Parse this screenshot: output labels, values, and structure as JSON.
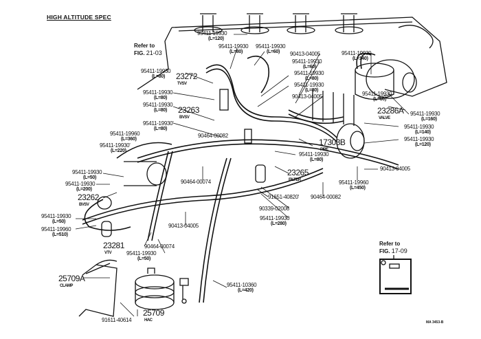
{
  "title": "HIGH ALTITUDE SPEC",
  "refs": [
    {
      "line1": "Refer to",
      "fig": "FIG.",
      "num": "21-03"
    },
    {
      "line1": "Refer to",
      "fig": "FIG.",
      "num": "17-09"
    }
  ],
  "drawing_code": "MA 3453-B",
  "labels": [
    {
      "part": "95411-19930",
      "note": "(L=120)"
    },
    {
      "part": "95411-19930",
      "note": "(L=80)"
    },
    {
      "part": "95411-19930",
      "note": "(L=60)"
    },
    {
      "part": "90413-04005",
      "note": ""
    },
    {
      "part": "95411-19930",
      "note": "(L=60)"
    },
    {
      "part": "95411-19930",
      "note": "(L=140)"
    },
    {
      "part": "95411-19930",
      "note": "(L=80)"
    },
    {
      "part": "23272",
      "note": "TVSV"
    },
    {
      "part": "95411-19930",
      "note": "(L=80)"
    },
    {
      "part": "95411-19930",
      "note": "(L=80)"
    },
    {
      "part": "95411-19930",
      "note": "(L=80)"
    },
    {
      "part": "90413-04005",
      "note": ""
    },
    {
      "part": "95411-19930",
      "note": "(L=80)"
    },
    {
      "part": "23263",
      "note": "BVSV"
    },
    {
      "part": "95411-19930",
      "note": "(L=50)"
    },
    {
      "part": "23286A",
      "note": "VALVE"
    },
    {
      "part": "95411-19930",
      "note": "(L=160)"
    },
    {
      "part": "95411-19930'",
      "note": "(L=80)"
    },
    {
      "part": "90464-00082",
      "note": ""
    },
    {
      "part": "95411-19930",
      "note": "(L=140)"
    },
    {
      "part": "95411-19930",
      "note": "(L=120)"
    },
    {
      "part": "17303B",
      "note": "PIPE"
    },
    {
      "part": "95411-19960",
      "note": "(L=360)"
    },
    {
      "part": "95411-19930'",
      "note": "(L=220)"
    },
    {
      "part": "95411-19930",
      "note": "(L=80)"
    },
    {
      "part": "23265",
      "note": "FILTER"
    },
    {
      "part": "90413-04005",
      "note": ""
    },
    {
      "part": "95411-19930",
      "note": "(L=50)"
    },
    {
      "part": "90464-00074",
      "note": ""
    },
    {
      "part": "95411-19930",
      "note": "(L=200)"
    },
    {
      "part": "23262",
      "note": "BVSV"
    },
    {
      "part": "91651-40820'",
      "note": ""
    },
    {
      "part": "90464-00082",
      "note": ""
    },
    {
      "part": "95411-19960",
      "note": "(L=450)"
    },
    {
      "part": "90339-02008",
      "note": ""
    },
    {
      "part": "95411-19930",
      "note": "(L=280)"
    },
    {
      "part": "95411-19930",
      "note": "(L=50)"
    },
    {
      "part": "90413-04005",
      "note": ""
    },
    {
      "part": "95411-19960",
      "note": "(L=510)"
    },
    {
      "part": "23281",
      "note": "VTV"
    },
    {
      "part": "90464-00074",
      "note": ""
    },
    {
      "part": "95411-19930",
      "note": "(L=50)"
    },
    {
      "part": "25709A",
      "note": "CLAMP"
    },
    {
      "part": "95411-10360",
      "note": "(L=420)"
    },
    {
      "part": "25709",
      "note": "HAC"
    },
    {
      "part": "91611-40614",
      "note": ""
    }
  ]
}
